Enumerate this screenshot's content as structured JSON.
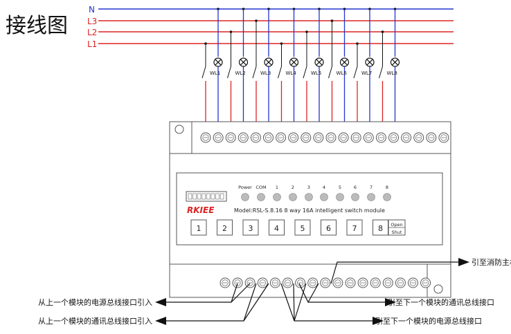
{
  "title": "接线图",
  "bus_lines": [
    {
      "label": "N",
      "color": "#2233cc"
    },
    {
      "label": "L3",
      "color": "#dd2222"
    },
    {
      "label": "L2",
      "color": "#dd2222"
    },
    {
      "label": "L1",
      "color": "#dd2222"
    }
  ],
  "loads": [
    {
      "label": "WL1",
      "phase": "L1"
    },
    {
      "label": "WL2",
      "phase": "L2"
    },
    {
      "label": "WL3",
      "phase": "L3"
    },
    {
      "label": "WL4",
      "phase": "L1"
    },
    {
      "label": "WL5",
      "phase": "L2"
    },
    {
      "label": "WL6",
      "phase": "L3"
    },
    {
      "label": "WL7",
      "phase": "L1"
    },
    {
      "label": "WL8",
      "phase": "L2"
    }
  ],
  "module": {
    "brand": "RKIEE",
    "model_text": "Model:RSL-S.8.16  8 way 16A intelligent switch module",
    "indicators": [
      "Power",
      "COM",
      "1",
      "2",
      "3",
      "4",
      "5",
      "6",
      "7",
      "8"
    ],
    "buttons": [
      "1",
      "2",
      "3",
      "4",
      "5",
      "6",
      "7",
      "8"
    ],
    "open_label": "Open",
    "shut_label": "Shut"
  },
  "annotations": {
    "to_fire_host": "引至消防主机",
    "power_bus_in": "从上一个模块的电源总线接口引入",
    "comm_bus_out": "引至下一个模块的通讯总线接口",
    "comm_bus_in": "从上一个模块的通讯总线接口引入",
    "power_bus_out": "引至下一个模块的电源总线接口"
  },
  "colors": {
    "neutral": "#2233cc",
    "live": "#dd2222",
    "outline": "#555555"
  }
}
